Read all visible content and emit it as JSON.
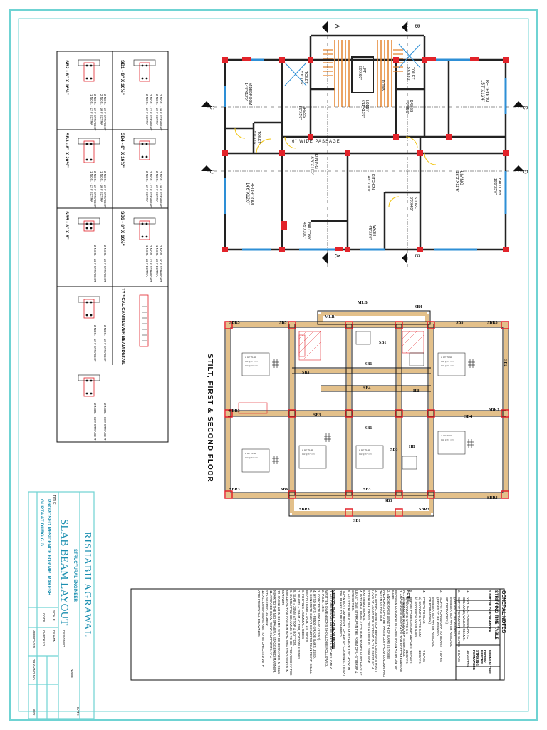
{
  "sheet": {
    "plan_caption": "STILT, FIRST & SECOND FLOOR",
    "colors": {
      "frame": "#6fd3d3",
      "wall": "#222222",
      "column": "#e2232a",
      "door": "#f1c40f",
      "beam": "#e3c08a",
      "stair": "#e4842f",
      "window": "#2e8fd6"
    }
  },
  "floor_plan": {
    "rooms": {
      "toilet_tl": "TOILET\n5'6\"X8'6\"",
      "lift": "LIFT\n6'0\"X6'0\"",
      "down": "DOWN",
      "toilet_tr": "TOILET\n5'6\"X8'0\"",
      "m_bedroom": "M.BEDROOM\n14'0\"X12'0\"",
      "dress_l": "DRESS\n7'0\"X5'6\"",
      "lobby": "LOBBY\n6'11\"X13'6\"",
      "dress_r": "DRESS\n7'0\"X5'6\"",
      "bedroom_r": "BEDROOM\n15'7\"X13'4\"",
      "passage": "6\" WIDE PASSAGE",
      "toilet_ml": "TOILET\n5'0\"X7'6\"",
      "dining": "DINING\n18'6\"X11'2\"",
      "kitchen": "KITCHEN\n14'6\"X10'0\"",
      "living": "LIVING\n18'3\"X11'6\"",
      "balcony_r": "BALCONY\n18'0\"X5'0\"",
      "bedroom_l": "BEDROOM\n14'6\"X12'0\"",
      "balcony_b": "BALCONY\n4'5\"X10'0\"",
      "wash": "WASH\n4'5\"X6'0\"",
      "store": "STORE\n8'0\"X4'0\""
    },
    "sections": {
      "a": "A",
      "b": "B",
      "c": "C",
      "d": "D"
    }
  },
  "beam_plan": {
    "labels": {
      "mlb_top": "MLB",
      "mlb_small": "MLB",
      "sb4_top": "SB4",
      "sbr3_tl": "SBR3",
      "sb3_t1": "SB3",
      "sb3_t2": "SB3",
      "sbr3_tr": "SBR3",
      "sb1_a": "SB1",
      "sb1_b": "SB1",
      "sb3_m": "SB3",
      "sb4_m": "SB4",
      "hb_a": "HB",
      "hb_b": "HB",
      "sbr3_ml": "SBR3",
      "sbr3_mr": "SBR3",
      "sb4_r": "SB4",
      "sb1_c": "SB1",
      "sb3_c": "SB3",
      "sb6": "SB6",
      "sb2_r": "SB2",
      "sbr3_bl": "SBR3",
      "sb6_b": "SB6",
      "sb3_b": "SB3",
      "sbr3_br": "SBR3",
      "sbr3_bb": "SBR3",
      "sb3_bb": "SB3",
      "sbr3_bbr": "SBR3",
      "sb1_bottom": "SB1"
    }
  },
  "sections_table": {
    "cells": [
      {
        "title": "SB2 - 8\" X 16½\"",
        "top": "2 NOS. - 10 # STRAIGHT\n2 NOS. - 10 # EXTRA",
        "bot": "2 NOS. - 12 # STRAIGHT\n1 NOS. - 12 # EXTRA"
      },
      {
        "title": "SB1 - 8\" X 16½\"",
        "top": "2 NOS. - 10 # STRAIGHT\n2 NOS. - 10 # EXTRA",
        "bot": "2 NOS. - 12 # STRAIGHT\n2 NOS. - 12 # EXTRA"
      },
      {
        "title": "SB3 - 8\" X 20½\"",
        "top": "2 NOS. - 10 # STRAIGHT\n1 NOS. - 10 # EXTRA",
        "bot": "2 NOS. - 12 # STRAIGHT\n1 NOS. - 12 # EXTRA"
      },
      {
        "title": "SB4 - 8\" X 16½\"",
        "top": "2 NOS. - 10 # STRAIGHT\n2 NOS. - 10 # EXTRA",
        "bot": "2 NOS. - 12 # STRAIGHT\n2 NOS. - 12 # EXTRA"
      },
      {
        "title": "SB5 - 8\" X 8\"",
        "top": "2 NOS. - 10 # STRAIGHT",
        "bot": "2 NOS. - 12 # STRAIGHT"
      },
      {
        "title": "SB6 - 8\" X 16½\"",
        "top": "2 NOS. - 10 # STRAIGHT\n1 NOS. - 10 # EXTRA",
        "bot": "2 NOS. - 12 # STRAIGHT\n1 NOS. - 12 # EXTRA"
      },
      {
        "title": "",
        "top": "2 NOS. - 10 # STRAIGHT",
        "bot": "2 NOS. - 12 # STRAIGHT"
      },
      {
        "title": "TYPICAL CANTILEVER BEAM DETAIL",
        "top": "",
        "bot": ""
      },
      {
        "title": "",
        "top": "2 NOS. - 10 # STRAIGHT",
        "bot": "2 NOS. - 12 # STRAIGHT"
      }
    ]
  },
  "general_notes": {
    "heading": "GENERAL NOTES",
    "strip_heading": "STRIPPING TIME TABLE",
    "strip_cols": [
      "S.NO.",
      "TYPE OF FORMWORK",
      "MINIMUM TIME PERIOD BEFORE STRIKING FORMWORK"
    ],
    "strip_rows": [
      {
        "no": "1.",
        "type": "VERTICAL FORMWORK TO COLUMNS, WALLS, BEAMS.",
        "time": "16-24 HRS"
      },
      {
        "no": "2.",
        "type": "SOFFIT FORMWORK TO SLABS (PROPS TO BE REFIXED IMMEDIATELY AFTER REMOVAL OF FORMWORK)",
        "time": "3 DAYS"
      },
      {
        "no": "3.",
        "type": "SOFFIT FORMWORK TO BEAMS (PROPS TO BE REFIXED IMMEDIATELY AFTER REMOVAL OF FORMWORK)",
        "time": "7 DAYS"
      },
      {
        "no": "4.",
        "type": "PROPS TO SLAB\na) SPANNING UPTO 4.5 M\nb) SPANNING OVER 4.5 M",
        "time": "7 DAYS\n14 DAYS"
      },
      {
        "no": "5.",
        "type": "PROPS TO BEAMS AND ARCHES\na) SPANNING UPTO 6 M\nb) SPANNING OVER 6 M",
        "time": "14 DAYS\n21 DAYS"
      }
    ],
    "notes_label": "NOTES:-",
    "notes_intro": "ALL GENERAL NOTES AS PER IS 456:2000.",
    "notes": [
      "1.  ANCHORAGE LENGTH OF TOP BOTTOM BARS OF BEAMS & COLUMNS IS TO BE TAKEN AS 50 Dia. OF BARS.",
      "2.  ANCHORAGE LENGTH OF BARS IS TO BE ANCHORED UPTO BE TAKEN OUT FROM COLUMN AND TAKEN AS TOP BAR.",
      "3.  EXTERNAL JOINTS OF BEAMS & COLUMNS MUST HAVE AT LEAST ONE STIRRUP IN THE FORM OF U-STIRRUP & CROSS TIES AS PER IS 13920 FOR EXTERNAL BEAMS.",
      "4.  INTERNAL BEAM & COLUMN JOINTS MUST HAVE AT LEAST ONE STIRRUP IN THE FORM OF U-STIRRUP & CROSS TIES.",
      "5.  ALL STIRRUPS & TIES MUST HAVE 135° HOOK IN TOP & BOTTOM HEIGHT OF 140 OF COLUMNS. TIES AT 100 UP ARE TO BE COVERED."
    ],
    "general_label": "GENERAL NOTES FOR SLAB BEAMS",
    "general": [
      "1.  ALL DIMENSIONS ARE IN FEET & INCHES. ONLY WRITTEN DIMENSIONS SHOULD BE FOLLOWED.",
      "2.  P.C.C. 1:4:8.",
      "3.  CONCRETE MIX M-20 (1:1.5:3).",
      "4.  HYSD BARS - FE500 GRADE BARS USED.",
      "5.  CONCRETE CLEAR COVER TO MAIN REINF. SHALL BE COLUMNS = 40MM ALL SIDES.",
      "6.  FOOTING = 50MM ALL SIDES",
      "7.  BEAMS = 25MM AT TOP, BOTTOM & SIDES",
      "8.  SLAB = 20MM AT TOP & BOTTOM.",
      "9.  OVERLAP IN COLUMNS IS TO BE PROVIDED AT THE MID HEIGHT OF COLUMN WITH 50% STAGGERED IN MANNER.",
      "10. OVERLAP IN BEAMS IS TO BE PROVIDED IN SPAN NEAR TO THE MID SPAN IN A STAGGERED MANNER.",
      "11. PROVIDE BEAM REINF. SUPPORTS AT A STAGGERED MANNER.",
      "12. ALL DIMENSIONS ARE TO BE CHECKED WITH ARCHITECTURAL DRAWINGS."
    ]
  },
  "title_block": {
    "name": "RISHABH AGRAWAL",
    "role": "STRUCTURAL ENGINEER",
    "drawing": "SLAB BEAM LAYOUT",
    "title_label": "TITLE",
    "project_line1": "PROPOSED RESIDENCE FOR MR. RAKESH",
    "project_line2": "GUPTA AT DURG C.G.",
    "fields": [
      "SCALE",
      "DRAWN",
      "CHECKED",
      "APPROVED",
      "DATE",
      "CODE",
      "DRAWING NO.",
      "REV.",
      "DESIGNED",
      "NAME"
    ]
  }
}
